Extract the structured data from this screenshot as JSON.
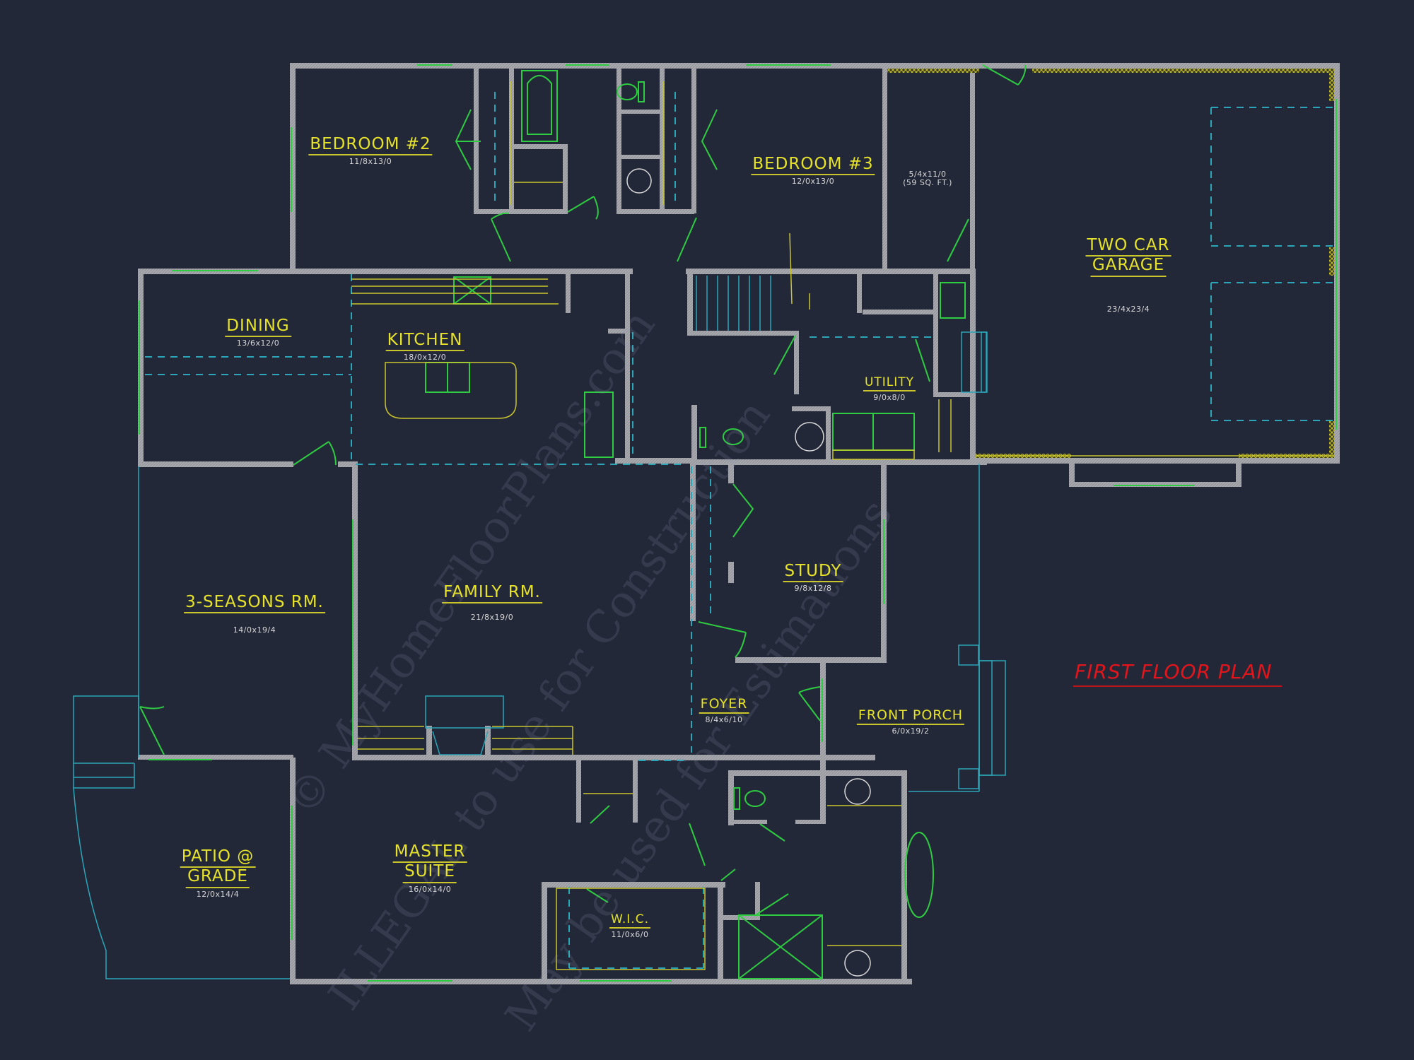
{
  "plan": {
    "title": "FIRST FLOOR PLAN",
    "colors": {
      "background": "#232839",
      "walls": "#a7a9ae",
      "label": "#e6e22a",
      "dimension_text": "#d8d8d8",
      "doors_windows": "#2ecc40",
      "dashed_lines": "#2aa6b8",
      "title": "#e0161c",
      "garage_insulation": "#c9c52a"
    },
    "rooms": [
      {
        "id": "bedroom-2",
        "name": "BEDROOM #2",
        "dims": "11/8x13/0"
      },
      {
        "id": "bedroom-3",
        "name": "BEDROOM #3",
        "dims": "12/0x13/0"
      },
      {
        "id": "storage",
        "name": "",
        "dims": "5/4x11/0",
        "extra": "(59 SQ. FT.)"
      },
      {
        "id": "garage",
        "name": "TWO CAR",
        "name2": "GARAGE",
        "dims": "23/4x23/4"
      },
      {
        "id": "dining",
        "name": "DINING",
        "dims": "13/6x12/0"
      },
      {
        "id": "kitchen",
        "name": "KITCHEN",
        "dims": "18/0x12/0"
      },
      {
        "id": "utility",
        "name": "UTILITY",
        "dims": "9/0x8/0"
      },
      {
        "id": "three-seasons",
        "name": "3-SEASONS RM.",
        "dims": "14/0x19/4"
      },
      {
        "id": "family",
        "name": "FAMILY RM.",
        "dims": "21/8x19/0"
      },
      {
        "id": "study",
        "name": "STUDY",
        "dims": "9/8x12/8"
      },
      {
        "id": "foyer",
        "name": "FOYER",
        "dims": "8/4x6/10"
      },
      {
        "id": "front-porch",
        "name": "FRONT PORCH",
        "dims": "6/0x19/2"
      },
      {
        "id": "patio",
        "name": "PATIO @",
        "name2": "GRADE",
        "dims": "12/0x14/4"
      },
      {
        "id": "master",
        "name": "MASTER",
        "name2": "SUITE",
        "dims": "16/0x14/0"
      },
      {
        "id": "wic",
        "name": "W.I.C.",
        "dims": "11/0x6/0"
      }
    ],
    "watermark": {
      "line1": "© MyHomeFloorPlans.com",
      "line2": "ILLEGAL to use for Construction",
      "line3": "May be used for Estimations"
    }
  }
}
